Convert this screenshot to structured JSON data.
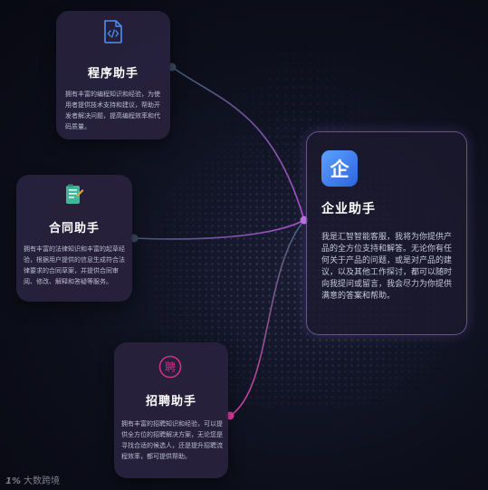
{
  "nodes": {
    "dev": {
      "title": "程序助手",
      "desc": "拥有丰富的编程知识和经验，为使用者提供技术支持和建议，帮助开发者解决问题，提高编程效率和代码质量。",
      "icon": "code-file-icon"
    },
    "contract": {
      "title": "合同助手",
      "desc": "拥有丰富的法律知识和丰富的起草经验，根据用户提供的信息生成符合法律要求的合同草案，并提供合同审阅、修改、解释和答疑等服务。",
      "icon": "contract-document-icon"
    },
    "recruit": {
      "title": "招聘助手",
      "desc": "拥有丰富的招聘知识和经验，可以提供全方位的招聘解决方案，无论您是寻找合适的候选人，还是提升招聘流程效率，都可提供帮助。",
      "icon": "recruit-seal-icon",
      "icon_char": "聘"
    },
    "enterprise": {
      "title": "企业助手",
      "desc": "我是汇智智能客服，我将为你提供产品的全方位支持和解答。无论你有任何关于产品的问题，或是对产品的建议，以及其他工作探讨，都可以随时向我提问或留言，我会尽力为你提供满意的答案和帮助。",
      "icon": "enterprise-icon",
      "icon_char": "企"
    }
  },
  "watermark": {
    "logo": "1%",
    "text": "大数跨境"
  },
  "colors": {
    "link_gradient_start": "#3c5a78",
    "link_gradient_end": "#c04fd6",
    "enterprise_icon": "#3d82f0",
    "recruit_icon": "#d0308a",
    "end_dot": "#e23fa8"
  }
}
